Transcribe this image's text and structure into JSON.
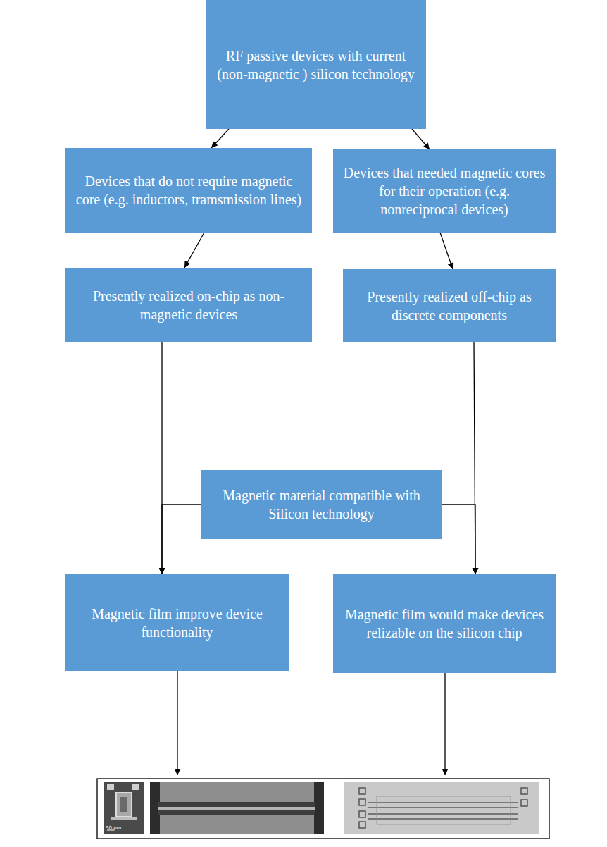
{
  "diagram": {
    "nodes": [
      {
        "text": [
          "RF passive devices with current (non-magnetic ) silicon technology"
        ]
      },
      {
        "text": [
          "Devices that do not require magnetic core (e.g. inductors, tramsmission lines)"
        ]
      },
      {
        "text": [
          "Devices that needed magnetic cores for their operation (e.g. nonreciprocal devices)"
        ]
      },
      {
        "text": [
          "Presently realized on-chip as non-magnetic devices"
        ]
      },
      {
        "text": [
          "Presently realized off-chip as discrete components"
        ]
      },
      {
        "text": [
          "Magnetic material compatible with Silicon technology"
        ]
      },
      {
        "text": [
          "Magnetic film improve device functionality"
        ]
      },
      {
        "text": [
          "Magnetic film would make devices relizable on the silicon chip"
        ]
      }
    ],
    "edges": [
      {
        "from": 0,
        "to": 1,
        "arrow": "to"
      },
      {
        "from": 0,
        "to": 2,
        "arrow": "to"
      },
      {
        "from": 1,
        "to": 3,
        "arrow": "to"
      },
      {
        "from": 2,
        "to": 4,
        "arrow": "to"
      },
      {
        "from": 3,
        "to": 6,
        "arrow": "to"
      },
      {
        "from": 4,
        "to": 7,
        "arrow": "to"
      },
      {
        "from": 5,
        "to": 6,
        "arrow": "to"
      },
      {
        "from": 5,
        "to": 7,
        "arrow": "to"
      }
    ],
    "labels": [
      "50 μm"
    ]
  }
}
